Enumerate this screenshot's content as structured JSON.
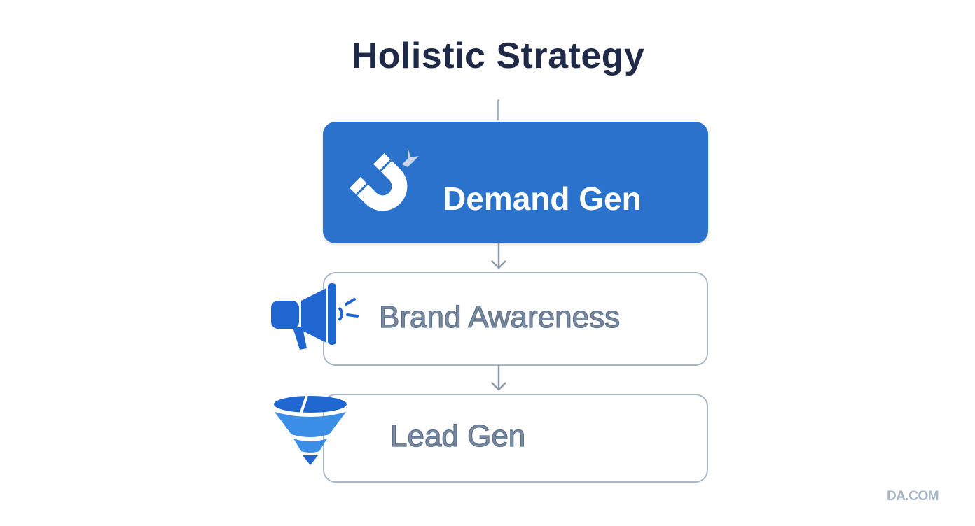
{
  "diagram": {
    "title": "Holistic Strategy",
    "nodes": [
      {
        "id": "demand-gen",
        "label": "Demand Gen",
        "icon": "magnet-icon",
        "style": "primary",
        "color": "#2a72cc"
      },
      {
        "id": "brand-awareness",
        "label": "Brand Awareness",
        "icon": "megaphone-icon",
        "style": "outline"
      },
      {
        "id": "lead-gen",
        "label": "Lead Gen",
        "icon": "funnel-icon",
        "style": "outline"
      }
    ],
    "edges": [
      {
        "from": "title",
        "to": "demand-gen",
        "type": "line"
      },
      {
        "from": "demand-gen",
        "to": "brand-awareness",
        "type": "arrow"
      },
      {
        "from": "brand-awareness",
        "to": "lead-gen",
        "type": "arrow"
      }
    ]
  },
  "watermark": "DA.COM",
  "colors": {
    "title": "#1f2a48",
    "primary": "#2a72cc",
    "outline_border": "#a9b6c4",
    "outline_text": "#7a8ca3",
    "icon_blue": "#1f66d1",
    "connector": "#9aa5b3"
  }
}
